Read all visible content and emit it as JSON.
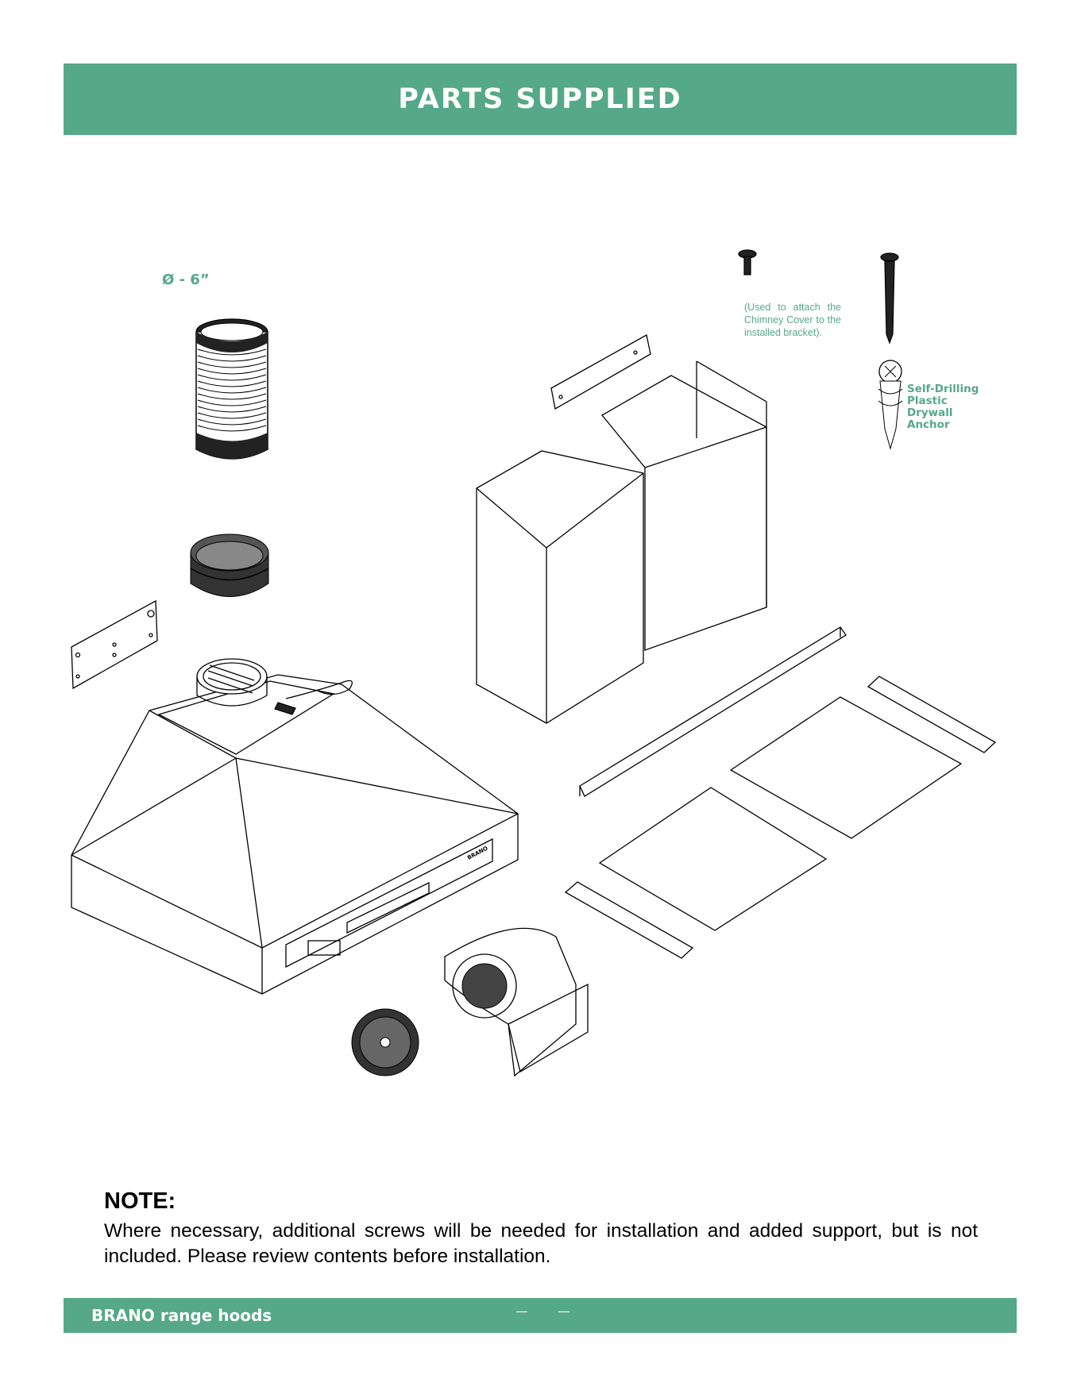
{
  "header": {
    "title": "PARTS SUPPLIED"
  },
  "labels": {
    "duct_diameter": "Ø - 6”",
    "screw_usage": "(Used to attach the Chimney Cover to the installed bracket).",
    "anchor": [
      "Self-Drilling",
      "Plastic",
      "Drywall",
      "Anchor"
    ]
  },
  "hood": {
    "brand_mark": "BRANO"
  },
  "note": {
    "heading": "NOTE:",
    "body": "Where necessary, additional screws will be needed for installation and added support, but is not included.  Please review contents before installation."
  },
  "footer": {
    "brand": "BRANO range hoods"
  },
  "colors": {
    "accent": "#55a888"
  }
}
